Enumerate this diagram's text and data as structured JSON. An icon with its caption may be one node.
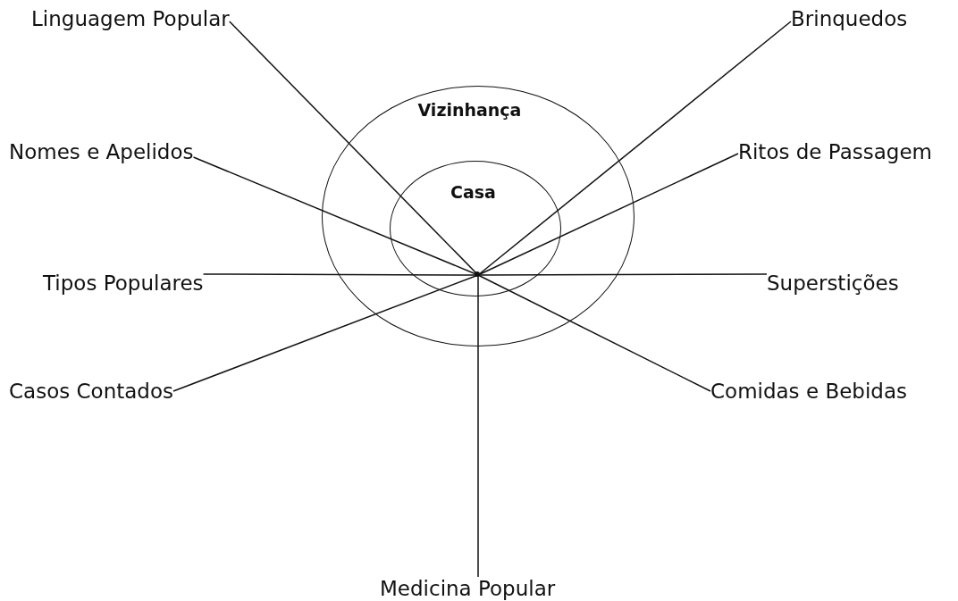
{
  "diagram": {
    "nodes": [
      {
        "text": [
          "Vizinhança"
        ]
      },
      {
        "text": [
          "Casa"
        ],
        "in": 0
      },
      {
        "text": [],
        "shape": "circle",
        "in": 1
      },
      {
        "text": [
          "Linguagem Popular"
        ]
      },
      {
        "text": [
          "Brinquedos"
        ]
      },
      {
        "text": [
          "Nomes e Apelidos"
        ]
      },
      {
        "text": [
          "Ritos de Passagem"
        ]
      },
      {
        "text": [
          "Tipos Populares"
        ]
      },
      {
        "text": [
          "Superstições"
        ]
      },
      {
        "text": [
          "Casos Contados"
        ]
      },
      {
        "text": [
          "Comidas e Bebidas"
        ]
      },
      {
        "text": [
          "Medicina Popular"
        ]
      }
    ],
    "edges": [
      {
        "from": 2,
        "to": 3,
        "arrow": "none"
      },
      {
        "from": 2,
        "to": 4,
        "arrow": "none"
      },
      {
        "from": 2,
        "to": 5,
        "arrow": "none"
      },
      {
        "from": 2,
        "to": 6,
        "arrow": "none"
      },
      {
        "from": 2,
        "to": 7,
        "arrow": "none"
      },
      {
        "from": 2,
        "to": 8,
        "arrow": "none"
      },
      {
        "from": 2,
        "to": 9,
        "arrow": "none"
      },
      {
        "from": 2,
        "to": 10,
        "arrow": "none"
      },
      {
        "from": 2,
        "to": 11,
        "arrow": "none"
      }
    ]
  }
}
